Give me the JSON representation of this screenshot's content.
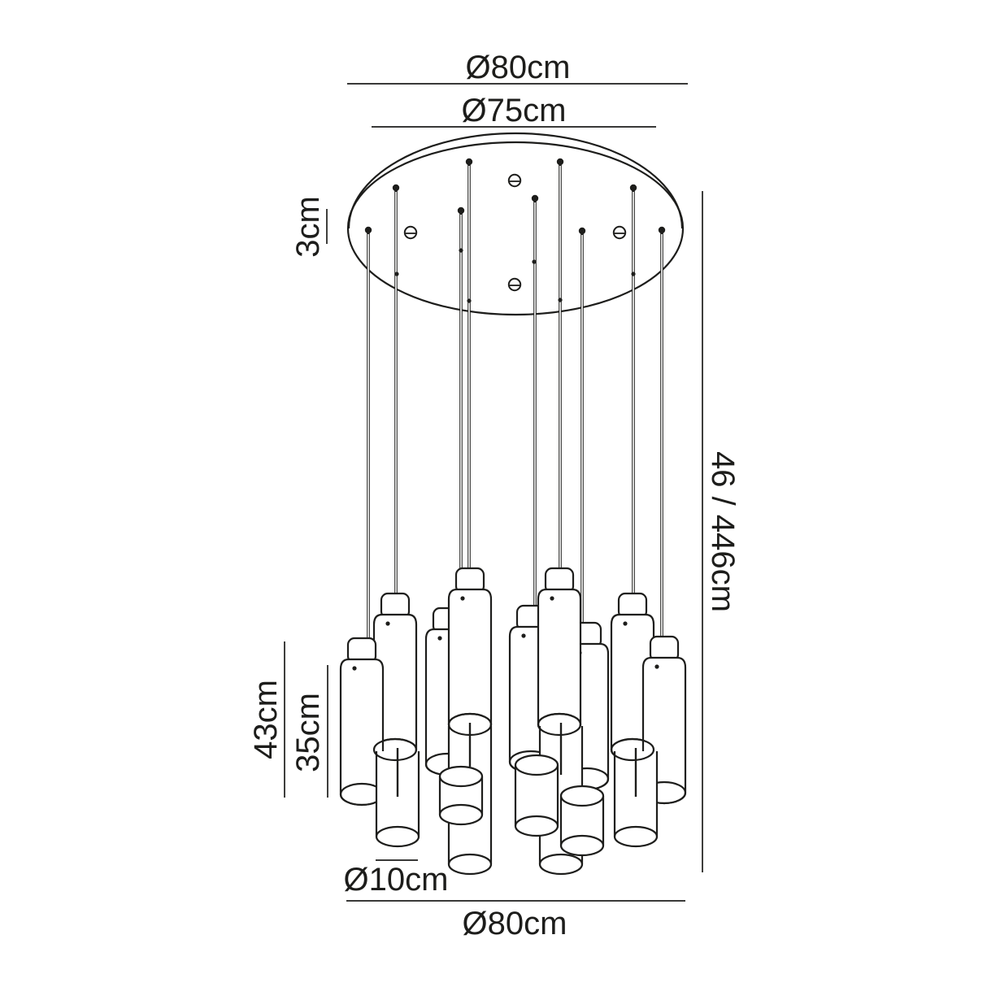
{
  "figure": {
    "colors": {
      "line": "#1d1d1b",
      "background": "#ffffff"
    },
    "dimensions": {
      "canopy_outer_diameter": "Ø80cm",
      "canopy_plate_diameter": "Ø75cm",
      "canopy_height": "3cm",
      "drop_min_max": "46 / 446cm",
      "pendant_overall_height": "43cm",
      "glass_shade_height": "35cm",
      "glass_shade_diameter": "Ø10cm",
      "fitting_spread_diameter": "Ø80cm"
    }
  }
}
